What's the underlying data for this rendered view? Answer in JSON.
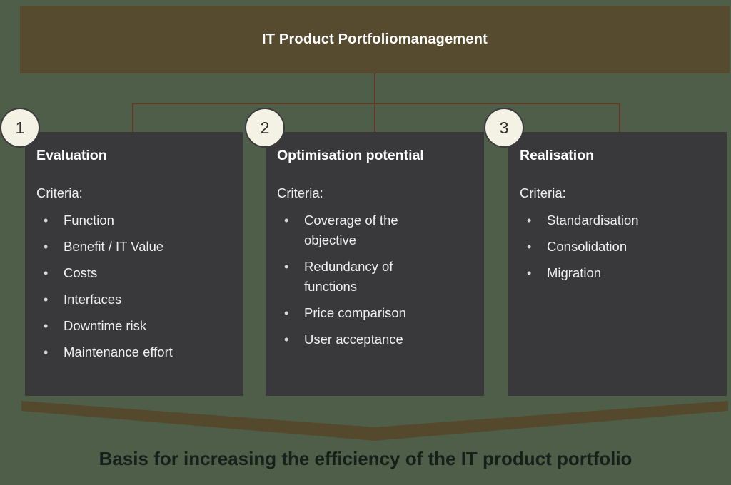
{
  "header": {
    "title": "IT Product Portfoliomanagement"
  },
  "cards": [
    {
      "number": "1",
      "title": "Evaluation",
      "criteria_label": "Criteria:",
      "items": [
        "Function",
        "Benefit / IT Value",
        "Costs",
        "Interfaces",
        "Downtime risk",
        "Maintenance effort"
      ]
    },
    {
      "number": "2",
      "title": "Optimisation potential",
      "criteria_label": "Criteria:",
      "items": [
        "Coverage of the objective",
        "Redundancy of functions",
        "Price comparison",
        "User acceptance"
      ]
    },
    {
      "number": "3",
      "title": "Realisation",
      "criteria_label": "Criteria:",
      "items": [
        "Standardisation",
        "Consolidation",
        "Migration"
      ]
    }
  ],
  "footer": {
    "caption": "Basis for increasing the efficiency of the IT product portfolio"
  },
  "glyphs": {
    "bullet": "•"
  },
  "colors": {
    "background": "#4f5e49",
    "header_bar": "#564a2f",
    "card": "#39383a",
    "connector_line": "#5d3a24",
    "circle_fill": "#f4f1e5",
    "light_text": "#efefef",
    "footer_text": "#142019"
  }
}
